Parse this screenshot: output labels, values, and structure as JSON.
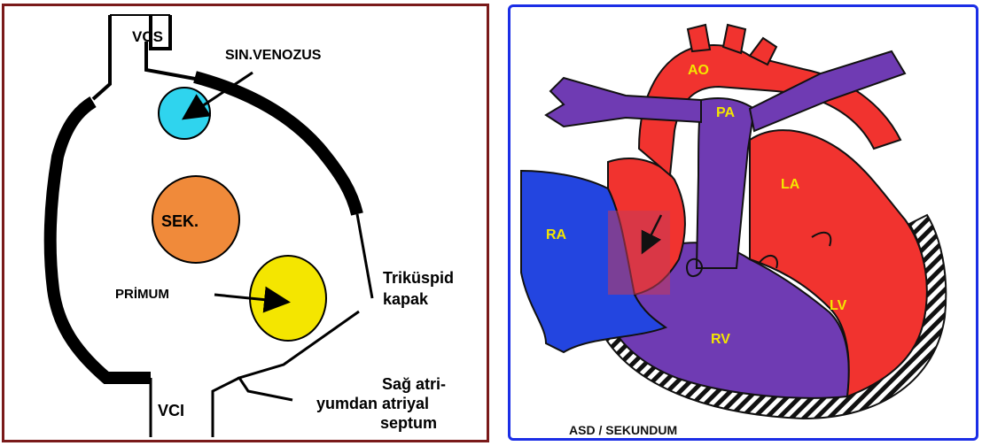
{
  "left_diagram": {
    "vcs": "VCS",
    "sin_venozus": "SIN.VENOZUS",
    "sek": "SEK.",
    "primum": "PRİMUM",
    "trikuspid": [
      "Triküspid",
      "kapak"
    ],
    "vci": "VCI",
    "septum": [
      "Sağ atri-",
      "yumdan atriyal",
      "septum"
    ]
  },
  "right_diagram": {
    "ao": "AO",
    "pa": "PA",
    "la": "LA",
    "ra": "RA",
    "lv": "LV",
    "rv": "RV",
    "caption": "ASD / SEKUNDUM"
  },
  "colors": {
    "cyan": "#2fd4ee",
    "orange": "#f08a3a",
    "yellow": "#f4e600",
    "red": "#f1332f",
    "purple": "#6f3bb3",
    "blue": "#2345e0",
    "border_left": "#7a1a1a",
    "border_right": "#1b2ee6"
  }
}
